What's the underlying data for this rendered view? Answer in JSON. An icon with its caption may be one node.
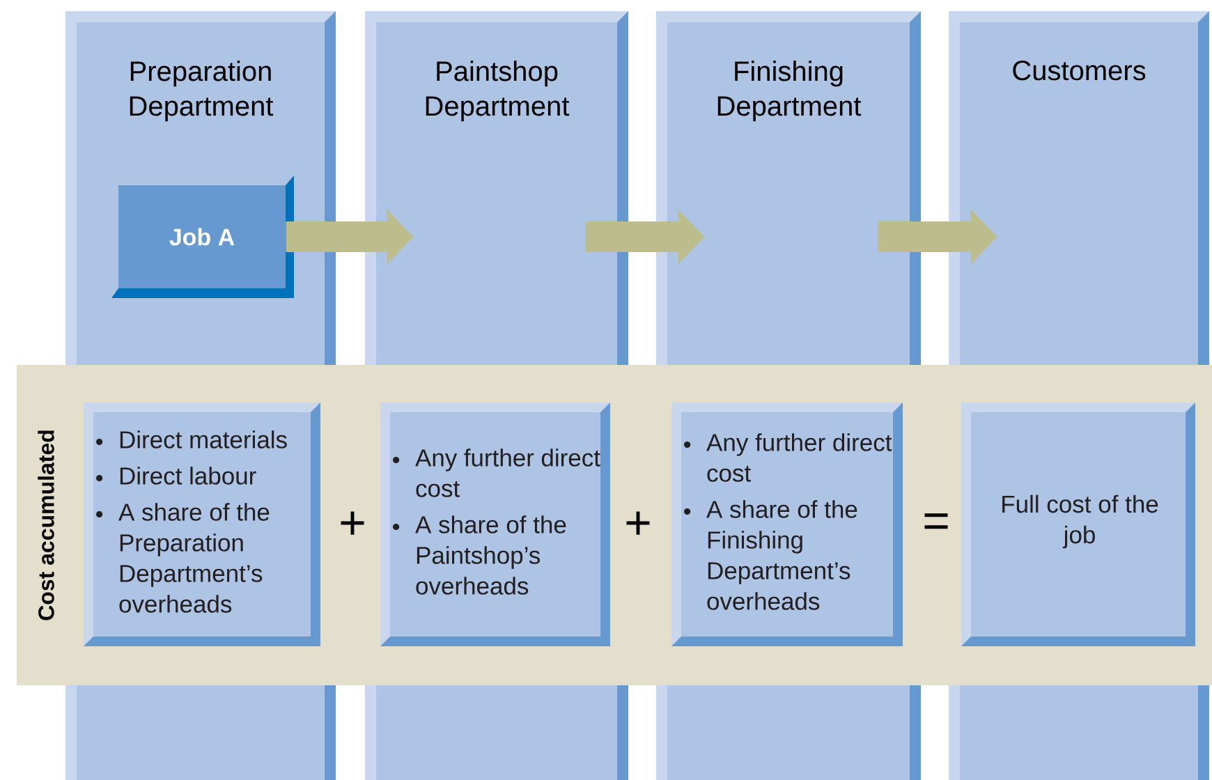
{
  "diagram": {
    "nodes": [
      {
        "text": [
          "Preparation Department"
        ]
      },
      {
        "text": [
          "Paintshop Department"
        ]
      },
      {
        "text": [
          "Finishing Department"
        ]
      },
      {
        "text": [
          "Customers"
        ]
      },
      {
        "text": [
          "Job A"
        ],
        "in": 0
      },
      {
        "text": [
          "Cost accumulated"
        ]
      },
      {
        "text": [
          "Direct materials",
          "Direct labour",
          "A share of the Preparation Department’s overheads"
        ]
      },
      {
        "text": [
          "Any further direct cost",
          "A share of the Paintshop’s overheads"
        ]
      },
      {
        "text": [
          "Any further direct cost",
          "A share of the Finishing Department’s overheads"
        ]
      },
      {
        "text": [
          "Full cost of the job"
        ]
      }
    ],
    "edges": [
      {
        "from": 4,
        "to": 1,
        "arrow": "to"
      },
      {
        "from": 1,
        "to": 2,
        "arrow": "to"
      },
      {
        "from": 2,
        "to": 3,
        "arrow": "to"
      }
    ],
    "labels": [
      "+",
      "+",
      "="
    ]
  }
}
